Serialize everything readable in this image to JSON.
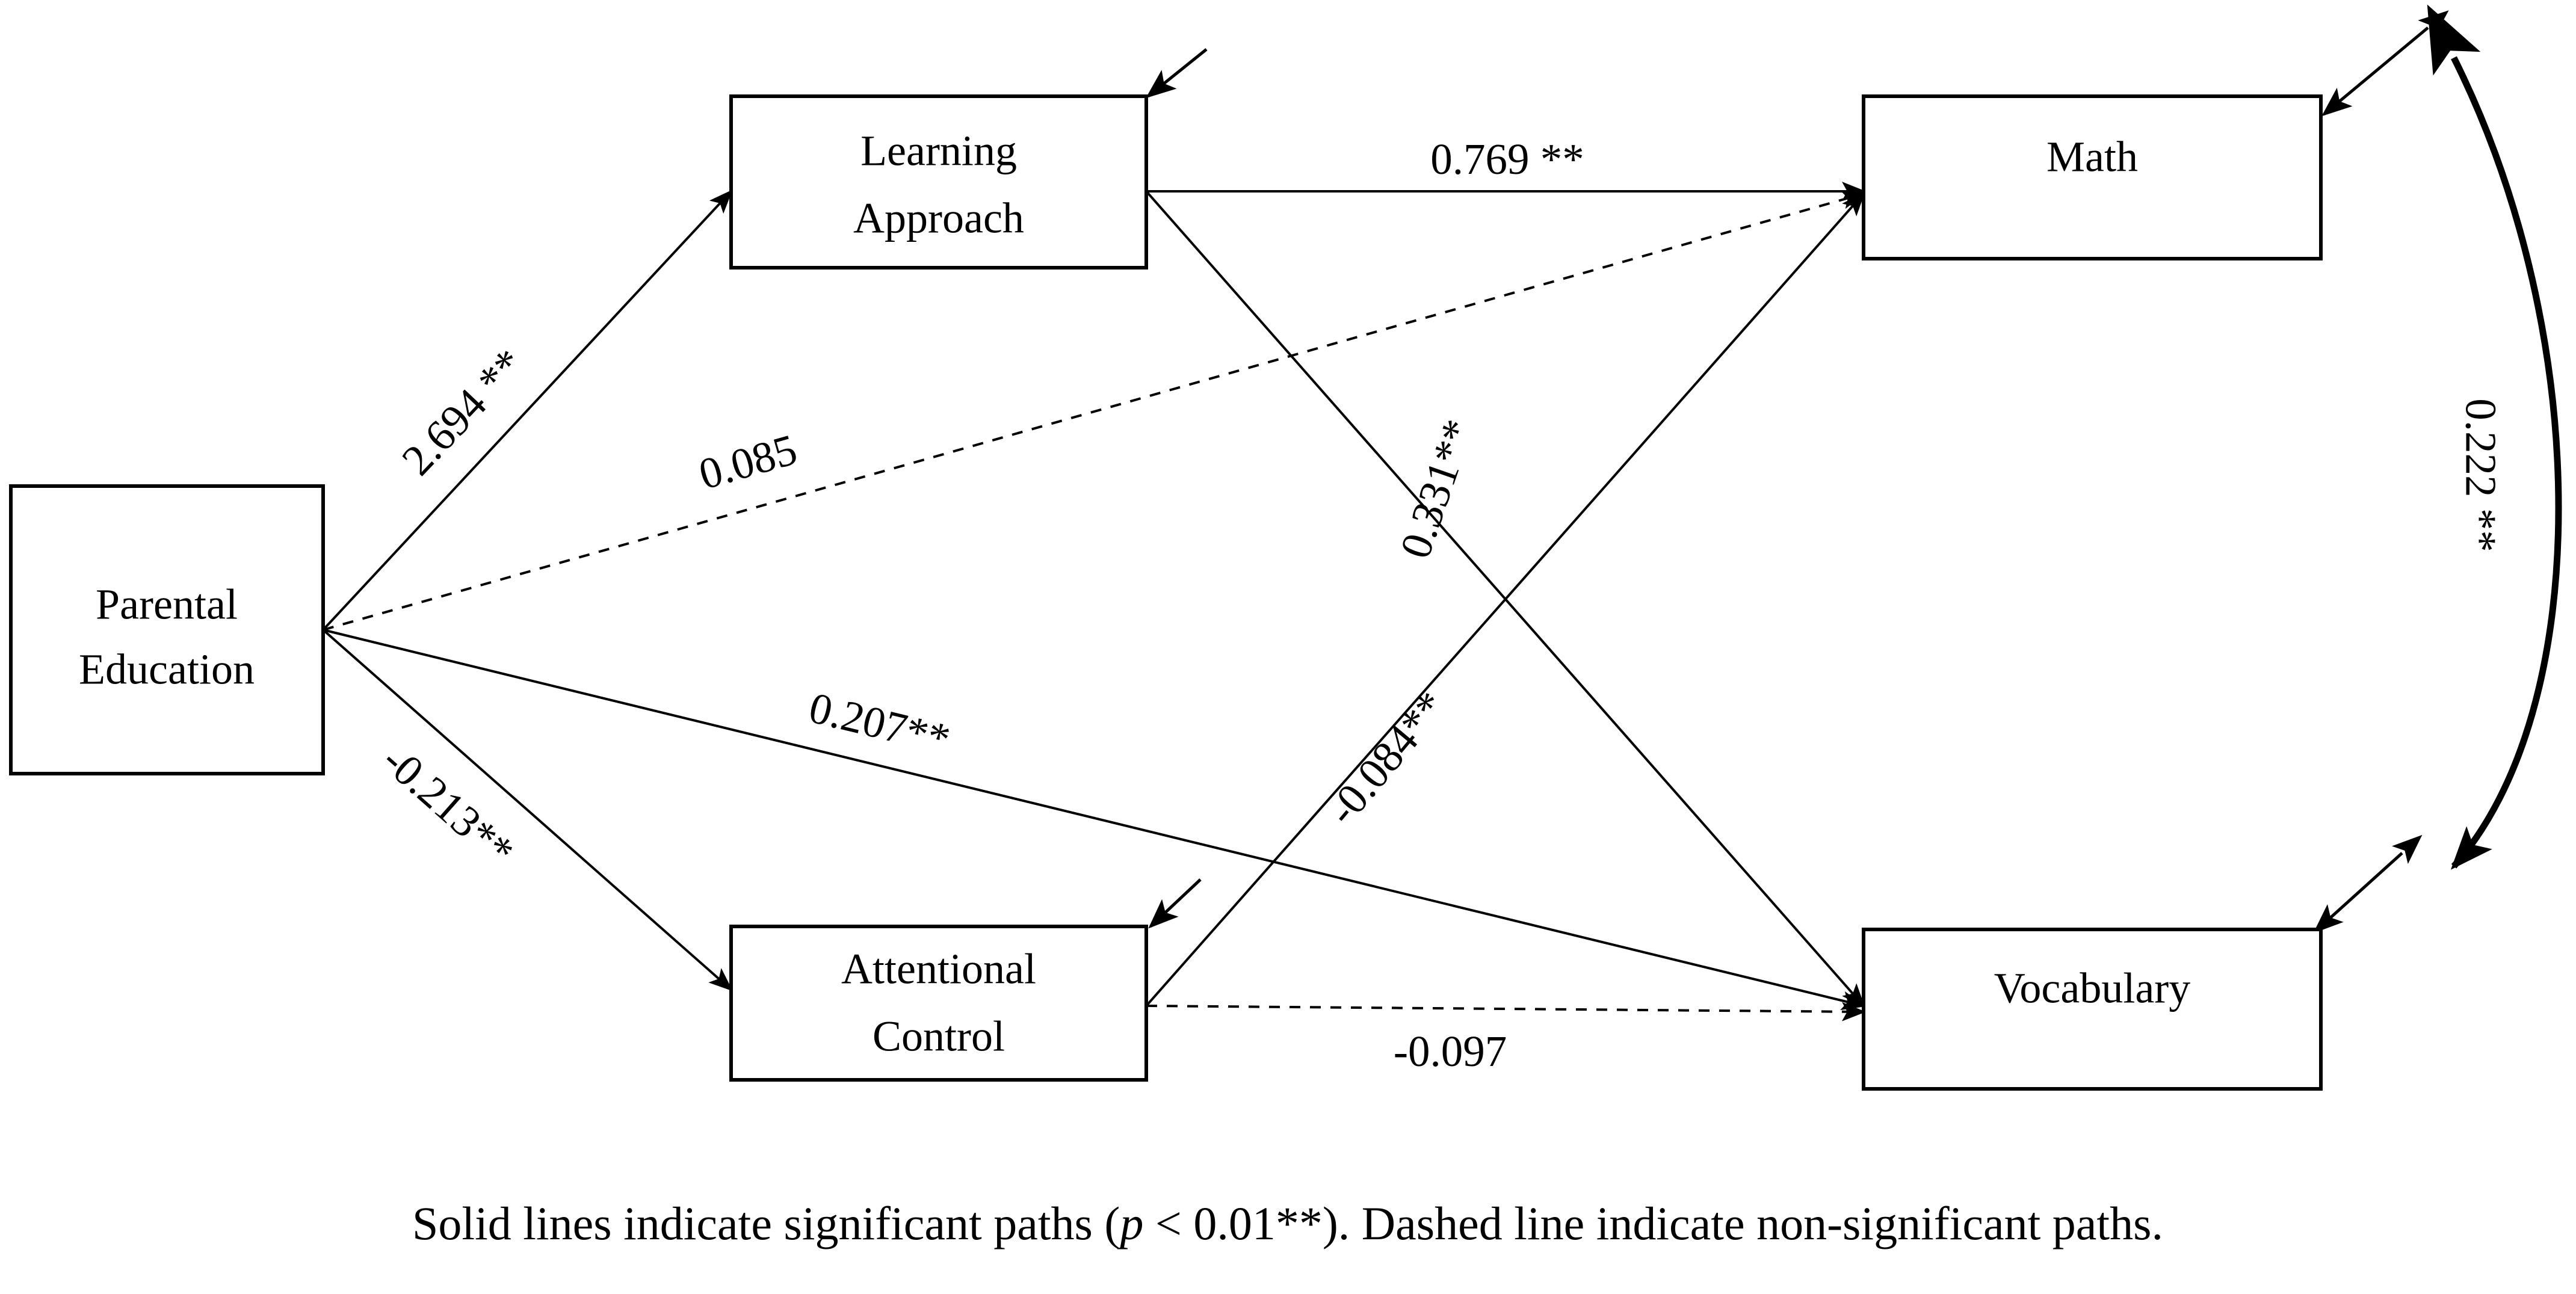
{
  "diagram": {
    "title": "Path analysis model",
    "nodes": [
      {
        "id": "parental_education",
        "label_line1": "Parental",
        "label_line2": "Education"
      },
      {
        "id": "learning_approach",
        "label_line1": "Learning",
        "label_line2": "Approach"
      },
      {
        "id": "attentional_control",
        "label_line1": "Attentional",
        "label_line2": "Control"
      },
      {
        "id": "math",
        "label_line1": "Math",
        "label_line2": ""
      },
      {
        "id": "vocabulary",
        "label_line1": "Vocabulary",
        "label_line2": ""
      }
    ],
    "paths": [
      {
        "id": "pe_to_la",
        "from": "parental_education",
        "to": "learning_approach",
        "coefficient": "2.694 **",
        "style": "solid",
        "significant": true
      },
      {
        "id": "pe_to_math",
        "from": "parental_education",
        "to": "math",
        "coefficient": "0.085",
        "style": "dashed",
        "significant": false
      },
      {
        "id": "pe_to_vocab",
        "from": "parental_education",
        "to": "vocabulary",
        "coefficient": "0.207**",
        "style": "solid",
        "significant": true
      },
      {
        "id": "pe_to_ac",
        "from": "parental_education",
        "to": "attentional_control",
        "coefficient": "-0.213**",
        "style": "solid",
        "significant": true
      },
      {
        "id": "la_to_math",
        "from": "learning_approach",
        "to": "math",
        "coefficient": "0.769 **",
        "style": "solid",
        "significant": true
      },
      {
        "id": "la_to_vocab",
        "from": "learning_approach",
        "to": "vocabulary",
        "coefficient": "0.331**",
        "style": "solid",
        "significant": true
      },
      {
        "id": "ac_to_math",
        "from": "attentional_control",
        "to": "math",
        "coefficient": "-0.084**",
        "style": "solid",
        "significant": true
      },
      {
        "id": "ac_to_vocab",
        "from": "attentional_control",
        "to": "vocabulary",
        "coefficient": "-0.097",
        "style": "dashed",
        "significant": false
      },
      {
        "id": "math_vocab_corr",
        "from": "math",
        "to": "vocabulary",
        "coefficient": "0.222 **",
        "style": "curved-double",
        "significant": true
      }
    ],
    "caption": {
      "part1": "Solid lines indicate significant paths (",
      "p_italic": "p",
      "part2": " < 0.01**). Dashed line indicate non-significant paths."
    },
    "colors": {
      "stroke": "#000000",
      "fill": "#ffffff",
      "text": "#000000"
    }
  }
}
